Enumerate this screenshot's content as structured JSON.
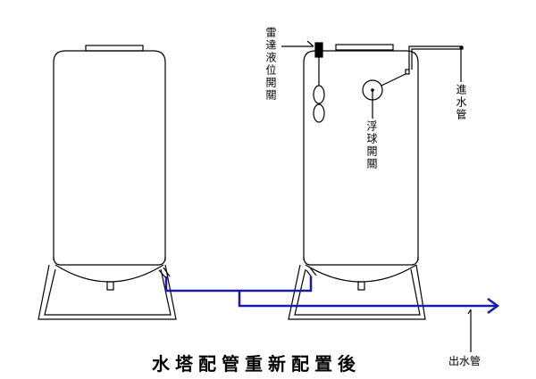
{
  "title": "水塔配管重新配置後",
  "labels": {
    "radar_switch": "雷達液位開關",
    "float_switch": "浮球開關",
    "inlet_pipe": "進水管",
    "outlet_pipe": "出水管"
  },
  "colors": {
    "pipe": "#1a1aa8",
    "line": "#000000"
  }
}
